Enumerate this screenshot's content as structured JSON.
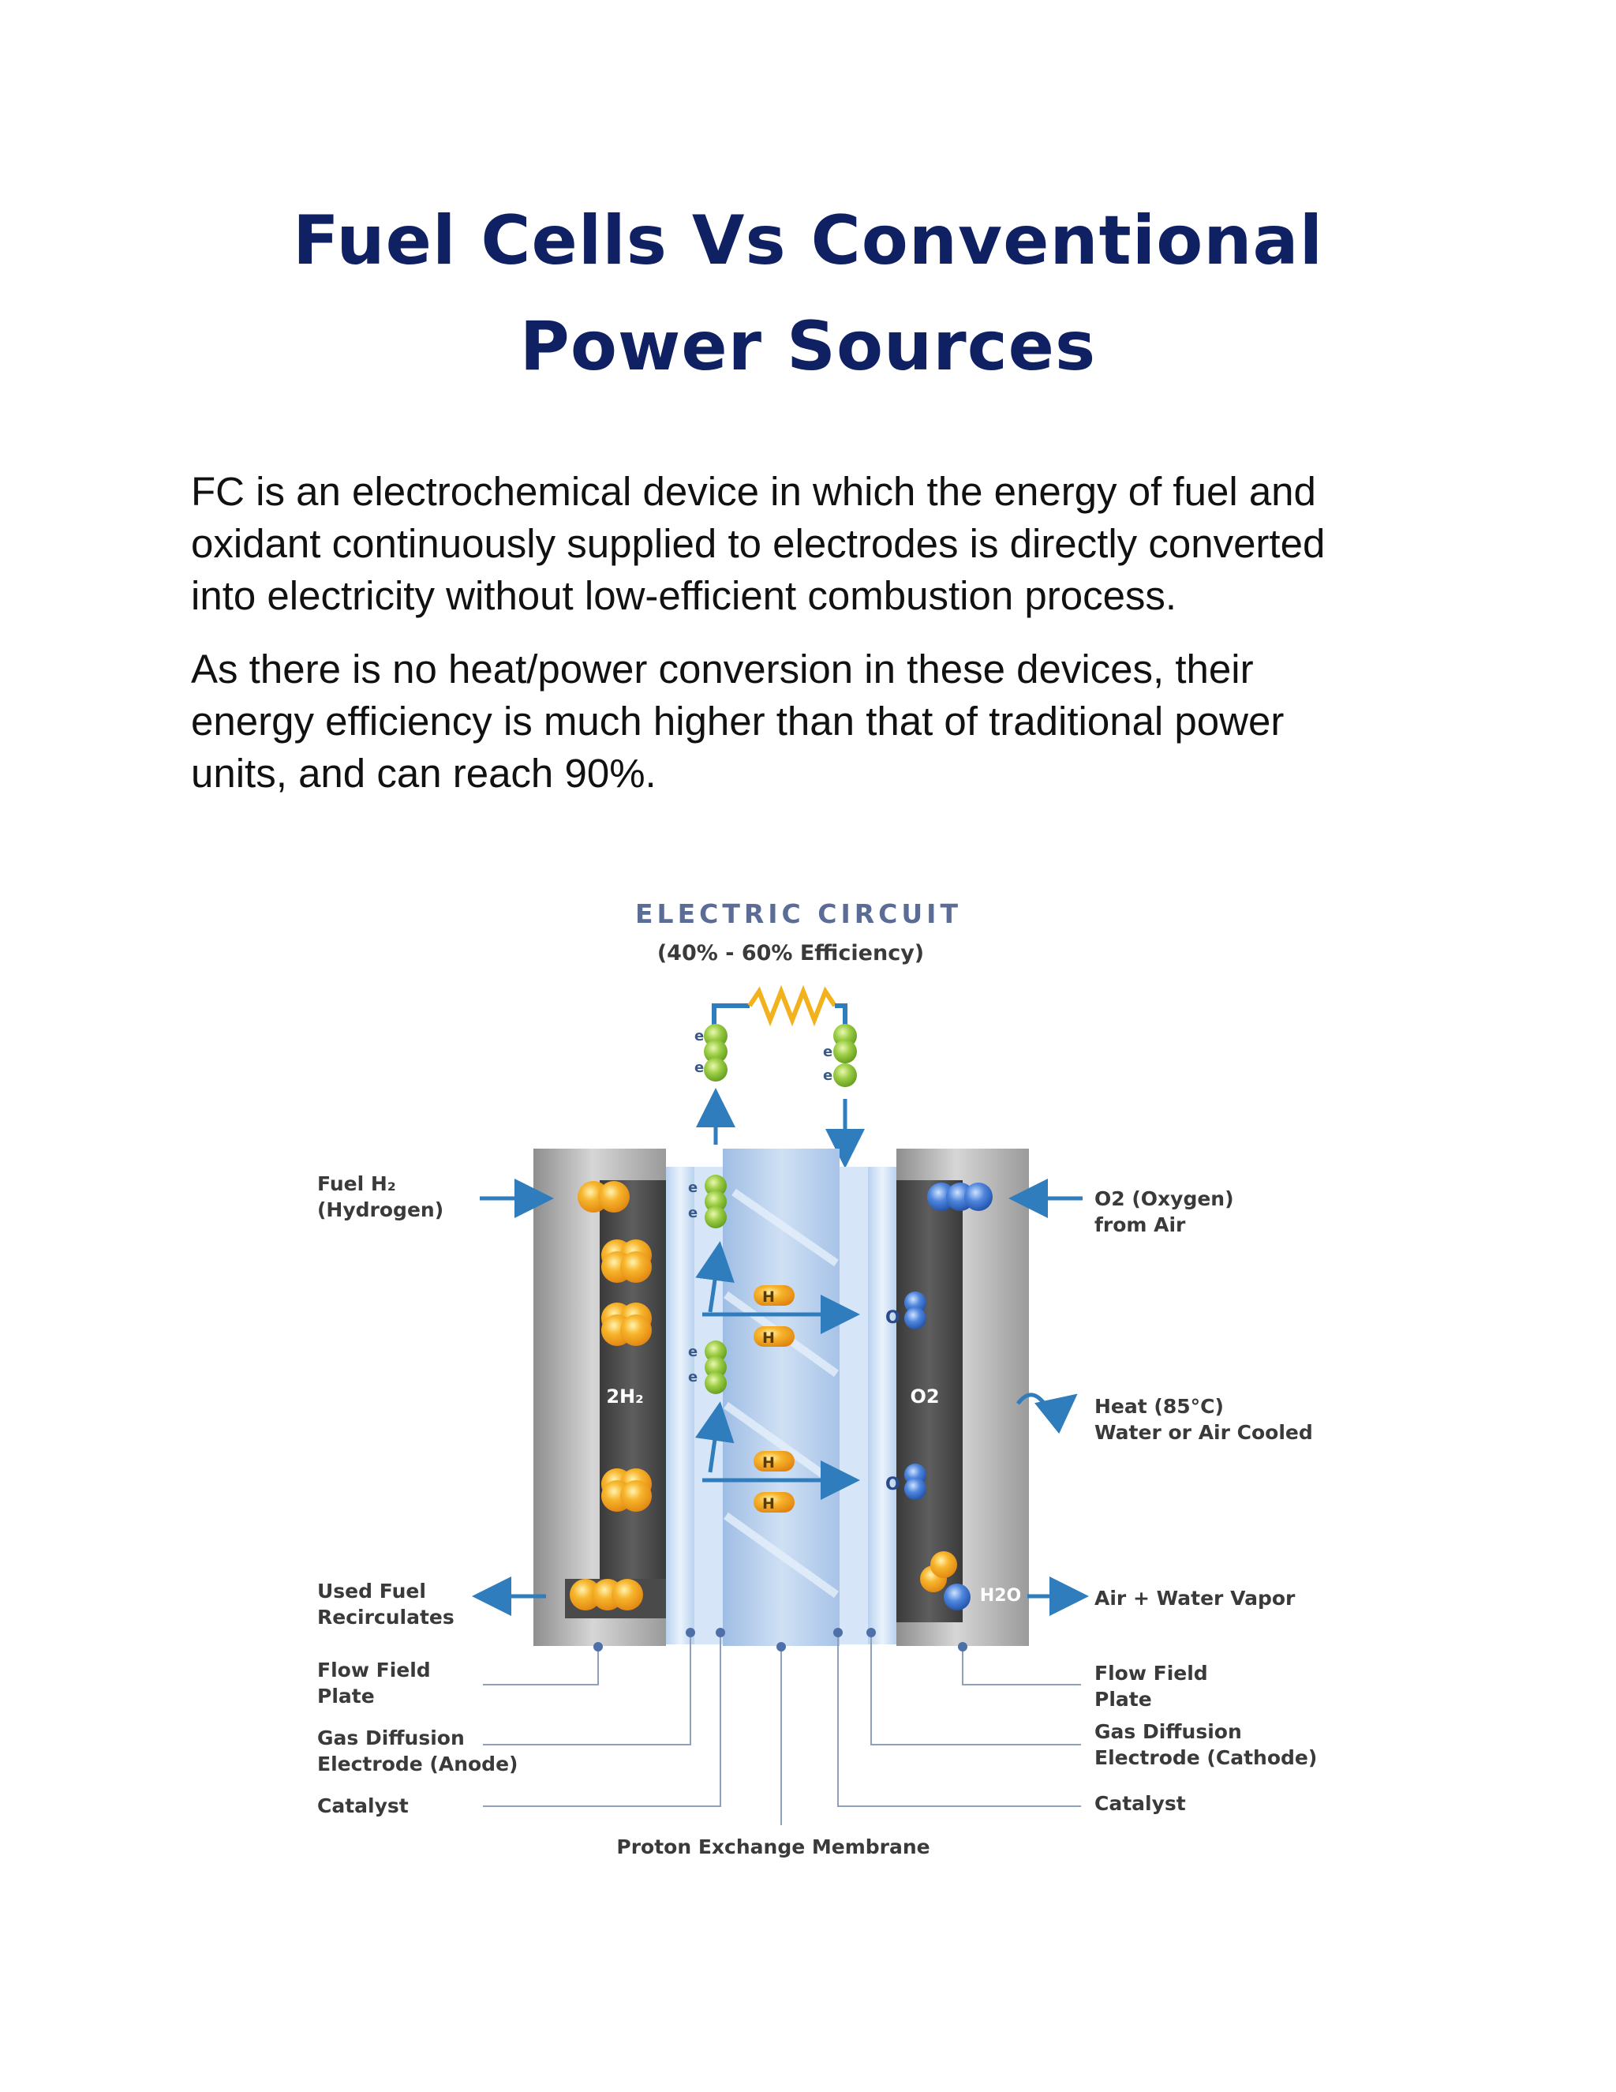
{
  "title": {
    "line1": "Fuel Cells Vs Conventional",
    "line2": "Power Sources"
  },
  "paragraphs": [
    {
      "lines": [
        "FC is an electrochemical device in which the energy of fuel and",
        "oxidant continuously supplied to electrodes is directly converted",
        "into electricity without low-efficient combustion process."
      ]
    },
    {
      "lines": [
        "As there is no heat/power conversion in these devices, their",
        "energy efficiency is much higher than that of traditional power",
        "units, and can reach 90%."
      ]
    }
  ],
  "diagram": {
    "circuit_title": "ELECTRIC CIRCUIT",
    "circuit_subtitle": "(40% - 60% Efficiency)",
    "electron": "e",
    "proton": "H",
    "oxygen_atom": "O",
    "anode_gas": "2H₂",
    "cathode_gas": "O2",
    "water_label": "H2O",
    "left_labels": {
      "fuel_1": "Fuel H₂",
      "fuel_2": "(Hydrogen)",
      "used_1": "Used Fuel",
      "used_2": "Recirculates",
      "ffp_1": "Flow Field",
      "ffp_2": "Plate",
      "gde_1": "Gas Diffusion",
      "gde_2": "Electrode (Anode)",
      "catalyst": "Catalyst"
    },
    "right_labels": {
      "o2_1": "O2 (Oxygen)",
      "o2_2": "from Air",
      "heat_1": "Heat (85°C)",
      "heat_2": "Water or Air Cooled",
      "air_water": "Air + Water Vapor",
      "ffp_1": "Flow Field",
      "ffp_2": "Plate",
      "gde_1": "Gas Diffusion",
      "gde_2": "Electrode (Cathode)",
      "catalyst": "Catalyst"
    },
    "membrane_label": "Proton Exchange Membrane"
  },
  "colors": {
    "title": "#0f2163",
    "body_text": "#111111",
    "diagram_label": "#3a3a3a",
    "circuit_title": "#5b6d96",
    "arrow_blue": "#2f7dbd",
    "hydrogen_orange": "#f4a21f",
    "electron_green": "#8cc63f",
    "oxygen_blue": "#3f74c9"
  }
}
